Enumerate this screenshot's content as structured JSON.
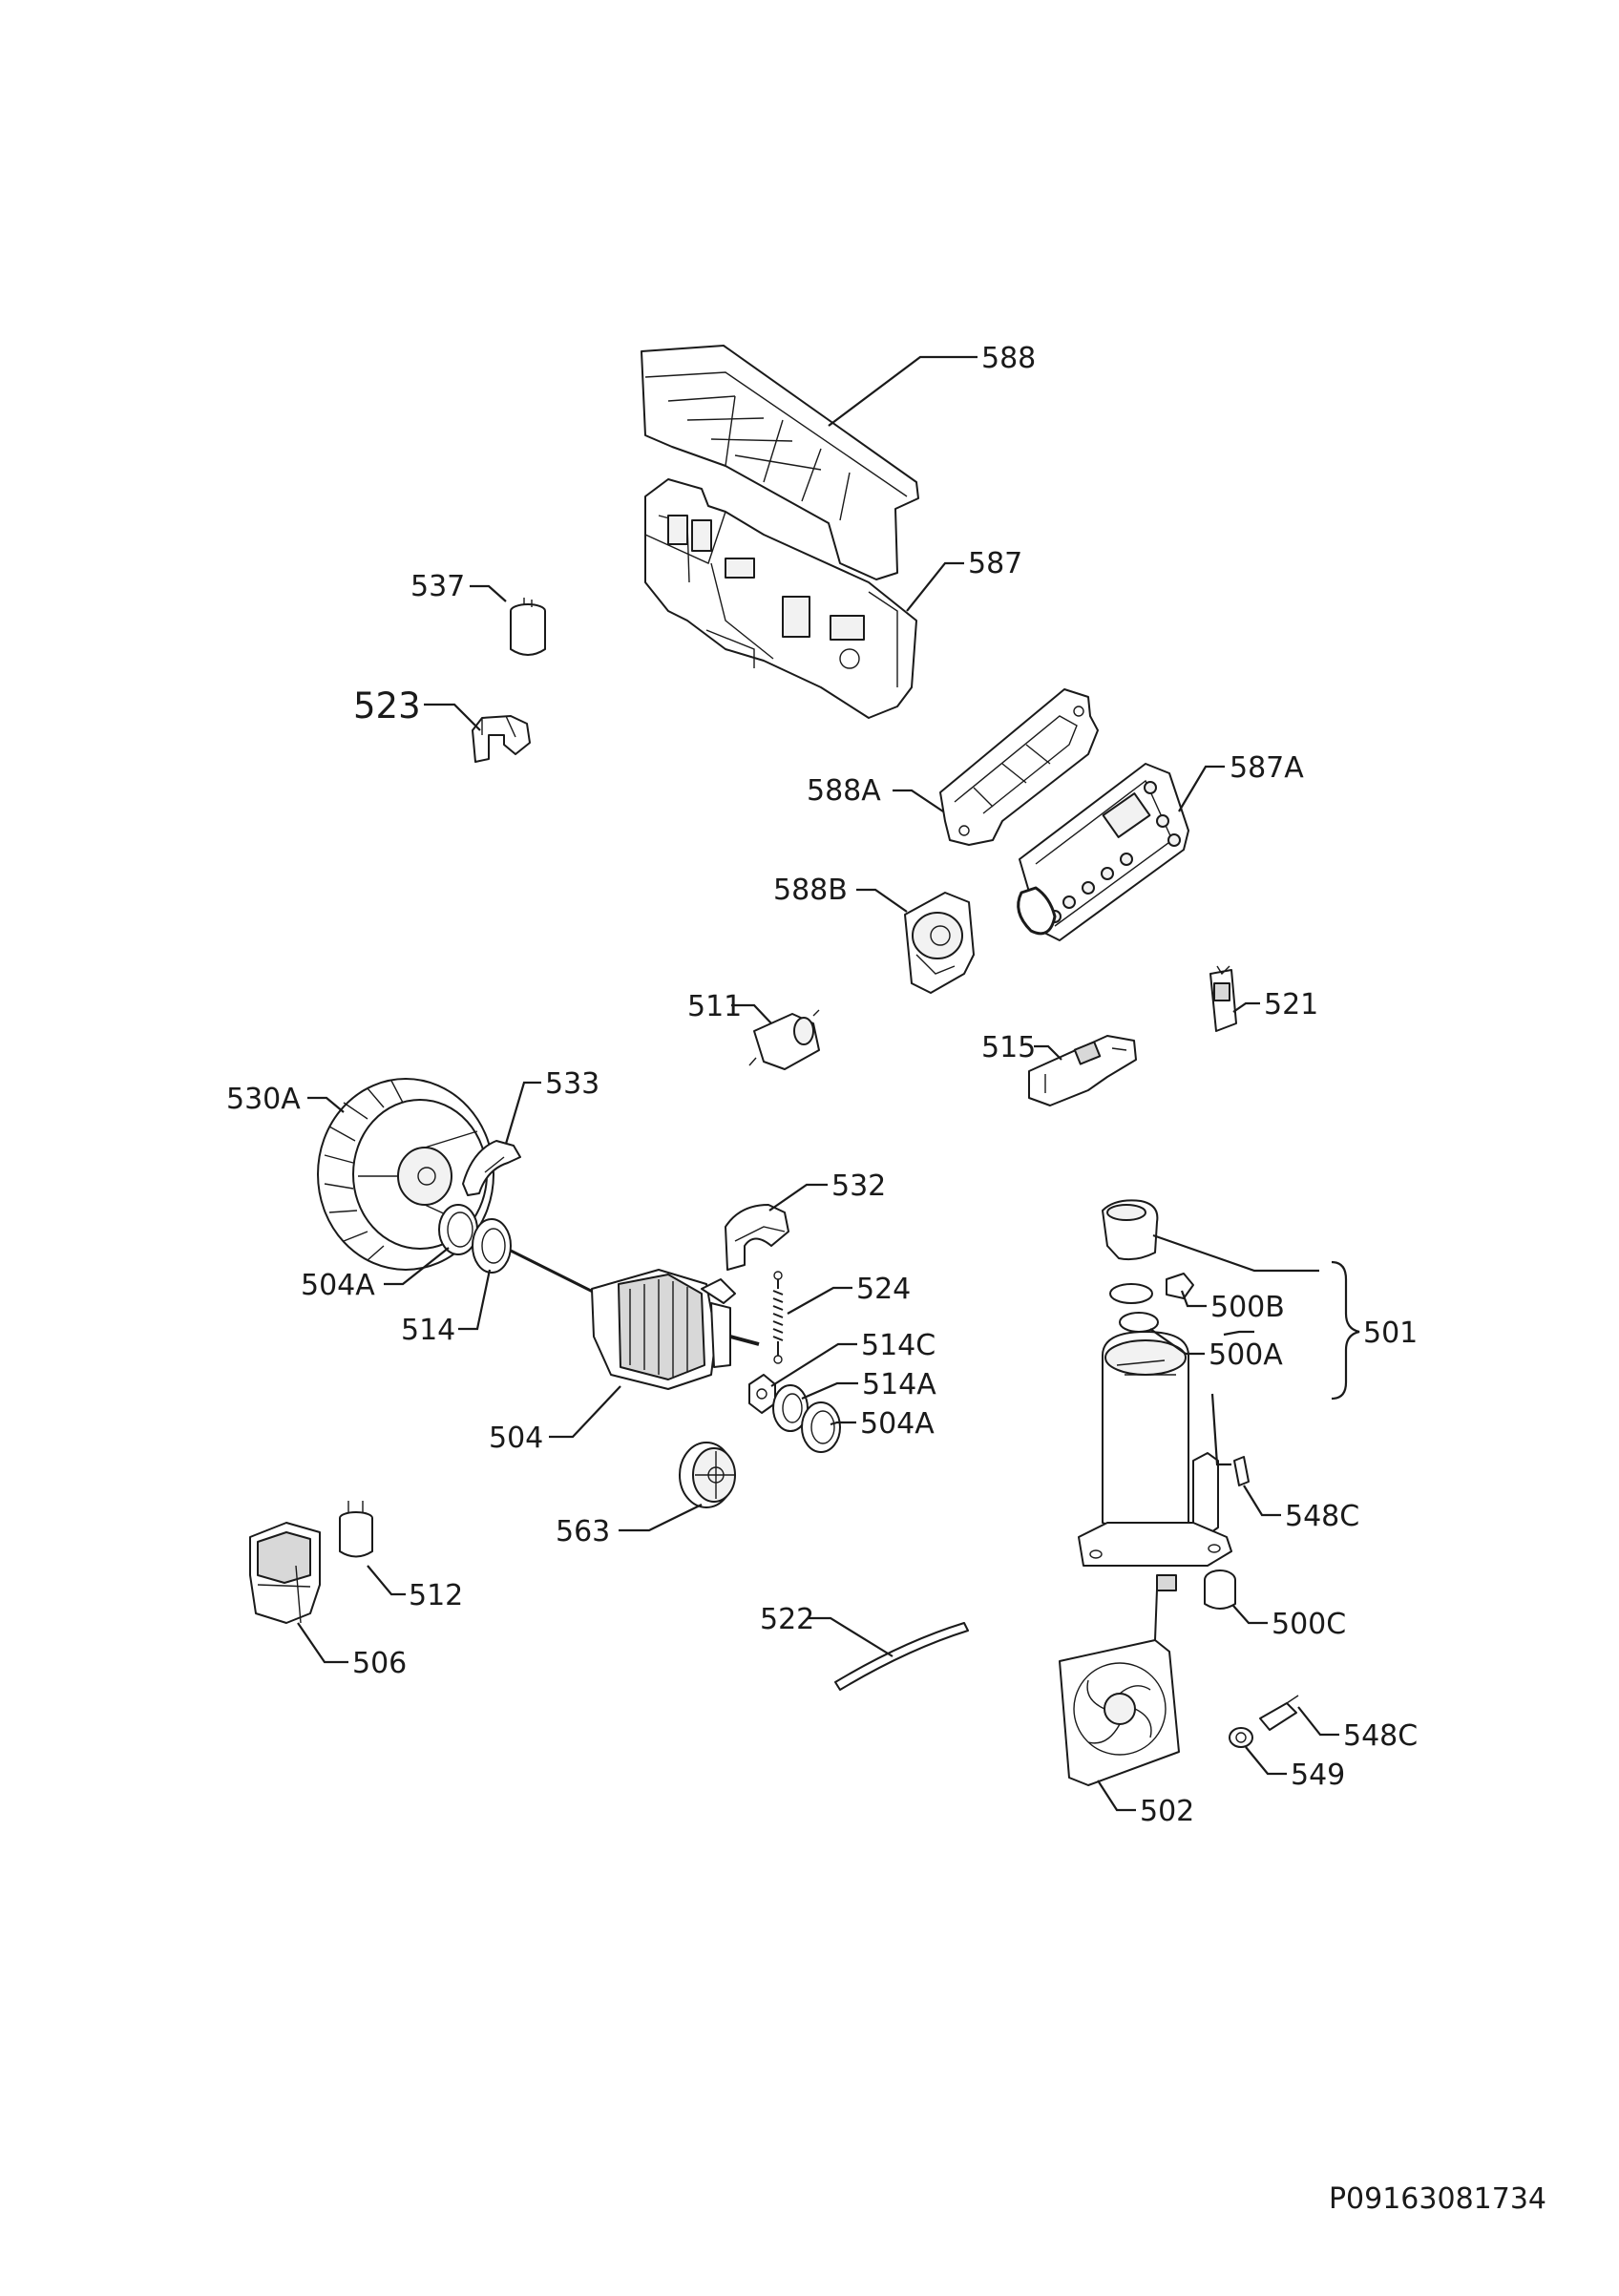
{
  "diagram": {
    "callouts": [
      {
        "id": "588",
        "text": "588"
      },
      {
        "id": "587",
        "text": "587"
      },
      {
        "id": "537",
        "text": "537"
      },
      {
        "id": "523",
        "text": "523"
      },
      {
        "id": "588A",
        "text": "588A"
      },
      {
        "id": "587A",
        "text": "587A"
      },
      {
        "id": "588B",
        "text": "588B"
      },
      {
        "id": "511",
        "text": "511"
      },
      {
        "id": "521",
        "text": "521"
      },
      {
        "id": "515",
        "text": "515"
      },
      {
        "id": "530A",
        "text": "530A"
      },
      {
        "id": "533",
        "text": "533"
      },
      {
        "id": "532",
        "text": "532"
      },
      {
        "id": "504A_left",
        "text": "504A"
      },
      {
        "id": "514",
        "text": "514"
      },
      {
        "id": "524",
        "text": "524"
      },
      {
        "id": "514C",
        "text": "514C"
      },
      {
        "id": "514A",
        "text": "514A"
      },
      {
        "id": "504A_right",
        "text": "504A"
      },
      {
        "id": "504",
        "text": "504"
      },
      {
        "id": "500B",
        "text": "500B"
      },
      {
        "id": "501",
        "text": "501"
      },
      {
        "id": "500A",
        "text": "500A"
      },
      {
        "id": "548C_top",
        "text": "548C"
      },
      {
        "id": "563",
        "text": "563"
      },
      {
        "id": "512",
        "text": "512"
      },
      {
        "id": "506",
        "text": "506"
      },
      {
        "id": "522",
        "text": "522"
      },
      {
        "id": "500C",
        "text": "500C"
      },
      {
        "id": "548C_bottom",
        "text": "548C"
      },
      {
        "id": "549",
        "text": "549"
      },
      {
        "id": "502",
        "text": "502"
      }
    ],
    "reference_code": "P09163081734"
  }
}
